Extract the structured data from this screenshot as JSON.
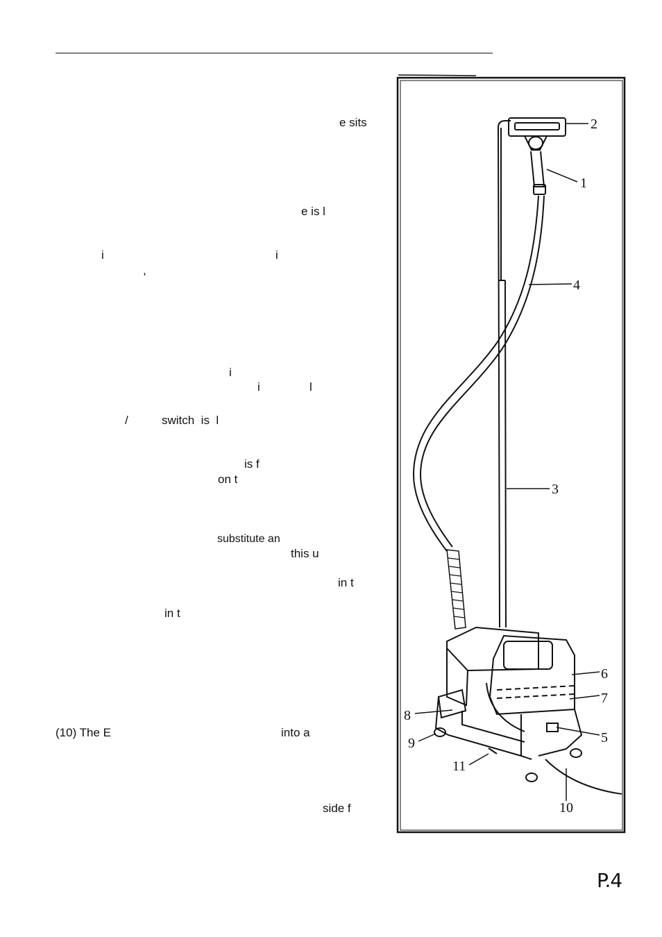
{
  "fragments": [
    {
      "text": "e sits"
    },
    {
      "text": "e is l"
    },
    {
      "text": "i"
    },
    {
      "text": "i"
    },
    {
      "text": ","
    },
    {
      "text": "i"
    },
    {
      "text": "i"
    },
    {
      "text": "l"
    },
    {
      "text": "/"
    },
    {
      "text": "switch  is  l"
    },
    {
      "text": "is f"
    },
    {
      "text": "on t"
    },
    {
      "text": "substitute an"
    },
    {
      "text": "this u"
    },
    {
      "text": "in t"
    },
    {
      "text": "in t"
    },
    {
      "text": "(10) The E"
    },
    {
      "text": "into a"
    },
    {
      "text": "side f"
    }
  ],
  "figure": {
    "callouts": [
      "1",
      "2",
      "3",
      "4",
      "5",
      "6",
      "7",
      "8",
      "9",
      "10",
      "11"
    ]
  },
  "page_number": "P.4"
}
